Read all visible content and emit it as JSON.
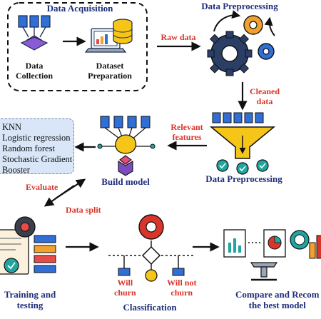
{
  "acquisition": {
    "title": "Data Acquisition",
    "collection_label": "Data\nCollection",
    "preparation_label": "Dataset\nPreparation"
  },
  "preprocess_top": {
    "title": "Data Preprocessing"
  },
  "preprocess_mid": {
    "title": "Data Preprocessing"
  },
  "build": {
    "title": "Build model"
  },
  "models": {
    "items": [
      "KNN",
      "Logistic regression",
      "Random forest",
      "Stochastic Gradient",
      "Booster"
    ]
  },
  "edges": {
    "raw_data": "Raw data",
    "cleaned_data": "Cleaned\ndata",
    "relevant_features": "Relevant\nfeatures",
    "evaluate": "Evaluate",
    "data_split": "Data split"
  },
  "training": {
    "title": "Training and\ntesting"
  },
  "classification": {
    "title": "Classification",
    "will_churn": "Will\nchurn",
    "will_not_churn": "Will not\nchurn"
  },
  "compare": {
    "title": "Compare and Recom\nthe best model"
  },
  "colors": {
    "navy": "#1f2f7a",
    "red": "#d9352a",
    "blue": "#2f6fd6",
    "orange": "#f2a12e",
    "teal": "#1fa6a0",
    "yellow": "#f5c518",
    "purple": "#7b4bbf",
    "dark": "#2b2b2b"
  }
}
